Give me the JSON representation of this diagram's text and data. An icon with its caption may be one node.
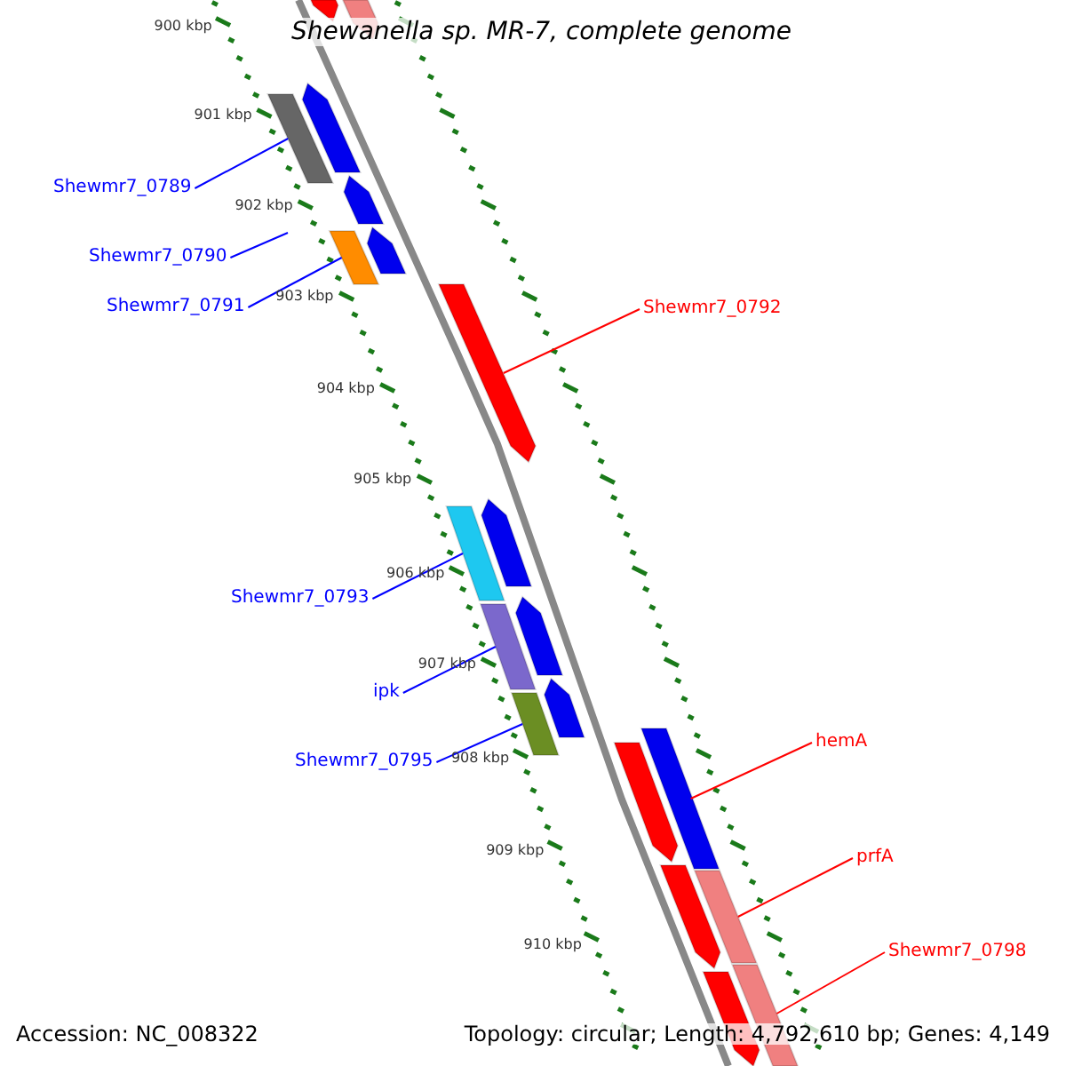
{
  "diagram": {
    "title": "Shewanella sp. MR-7, complete genome",
    "nodes": [
      {
        "text": [],
        "shape": "bar"
      },
      {
        "text": [],
        "shape": "bar"
      },
      {
        "text": [
          "Shewmr7_0789"
        ]
      },
      {
        "text": [],
        "shape": "bar"
      },
      {
        "text": [],
        "shape": "bar"
      },
      {
        "text": [],
        "shape": "bar"
      },
      {
        "text": [
          "Shewmr7_0790"
        ]
      },
      {
        "text": [
          "Shewmr7_0791"
        ]
      },
      {
        "text": [],
        "shape": "bar"
      },
      {
        "text": [],
        "shape": "bar"
      },
      {
        "text": [
          "Shewmr7_0792"
        ]
      },
      {
        "text": [],
        "shape": "bar"
      },
      {
        "text": [
          "Shewmr7_0793"
        ]
      },
      {
        "text": [],
        "shape": "bar"
      },
      {
        "text": [],
        "shape": "bar"
      },
      {
        "text": [
          "ipk"
        ]
      },
      {
        "text": [],
        "shape": "bar"
      },
      {
        "text": [],
        "shape": "bar"
      },
      {
        "text": [],
        "shape": "bar"
      },
      {
        "text": [
          "Shewmr7_0795"
        ]
      },
      {
        "text": [],
        "shape": "bar"
      },
      {
        "text": [
          "hemA"
        ]
      },
      {
        "text": [],
        "shape": "bar"
      },
      {
        "text": [],
        "shape": "bar"
      },
      {
        "text": [
          "prfA"
        ]
      },
      {
        "text": [],
        "shape": "bar"
      },
      {
        "text": [],
        "shape": "bar"
      },
      {
        "text": [
          "Shewmr7_0798"
        ]
      },
      {
        "text": [],
        "shape": "bar"
      },
      {
        "text": [],
        "shape": "bar"
      }
    ],
    "edges": [
      {
        "from": 2,
        "to": 3,
        "arrow": "none"
      },
      {
        "from": 6,
        "to": null,
        "arrow": "none"
      },
      {
        "from": 7,
        "to": 8,
        "arrow": "none"
      },
      {
        "from": 10,
        "to": 11,
        "arrow": "none",
        "color": "#ff0000"
      },
      {
        "from": 12,
        "to": 13,
        "arrow": "none"
      },
      {
        "from": 15,
        "to": 16,
        "arrow": "none"
      },
      {
        "from": 19,
        "to": 20,
        "arrow": "none"
      },
      {
        "from": 21,
        "to": 22,
        "arrow": "none",
        "color": "#ff0000"
      },
      {
        "from": 24,
        "to": 25,
        "arrow": "none",
        "color": "#ff0000"
      },
      {
        "from": 27,
        "to": 28,
        "arrow": "none",
        "color": "#ff0000"
      }
    ],
    "labels": [
      "900 kbp",
      "901 kbp",
      "902 kbp",
      "903 kbp",
      "904 kbp",
      "905 kbp",
      "906 kbp",
      "907 kbp",
      "908 kbp",
      "909 kbp",
      "910 kbp",
      "Accession: NC_008322",
      "Topology: circular; Length: 4,792,610 bp; Genes: 4,149"
    ]
  }
}
